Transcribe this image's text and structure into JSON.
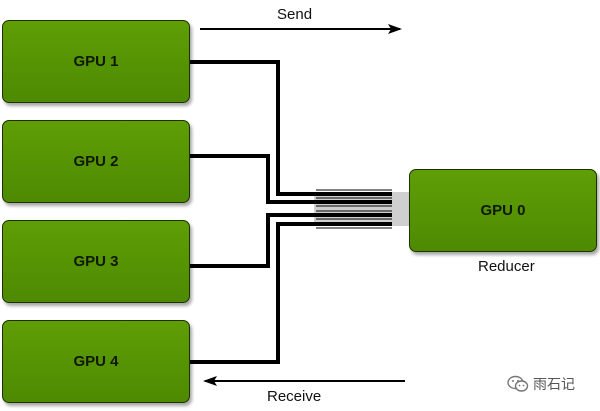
{
  "labels": {
    "send": "Send",
    "receive": "Receive",
    "reducer": "Reducer"
  },
  "nodes": {
    "gpu1": "GPU 1",
    "gpu2": "GPU 2",
    "gpu3": "GPU 3",
    "gpu4": "GPU 4",
    "gpu0": "GPU 0"
  },
  "watermark": {
    "icon": "wechat-icon",
    "text": "雨石记"
  },
  "colors": {
    "node_fill": "#5a9a05",
    "node_border": "#1d3000",
    "wire": "#000000",
    "bundle_bg": "#cfcfcf"
  }
}
